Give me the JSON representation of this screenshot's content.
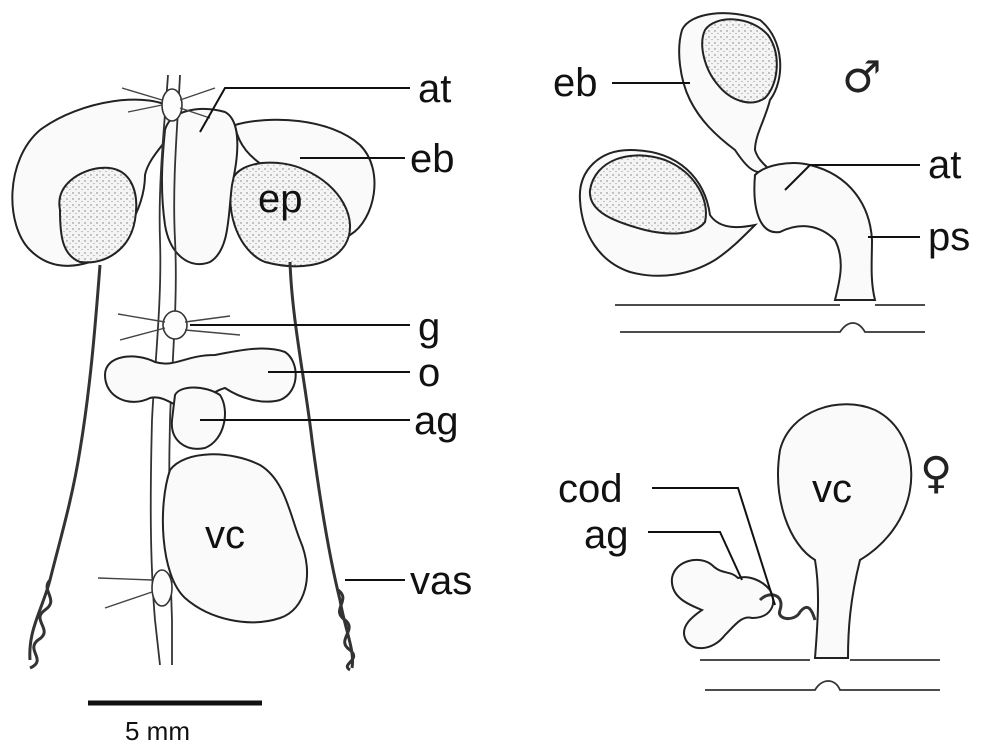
{
  "labels": {
    "at": "at",
    "eb": "eb",
    "ep": "ep",
    "g": "g",
    "o": "o",
    "ag": "ag",
    "vc": "vc",
    "vas": "vas",
    "ps": "ps",
    "cod": "cod"
  },
  "symbols": {
    "male": "♂",
    "female": "♀"
  },
  "scale_bar": {
    "label": "5 mm"
  }
}
